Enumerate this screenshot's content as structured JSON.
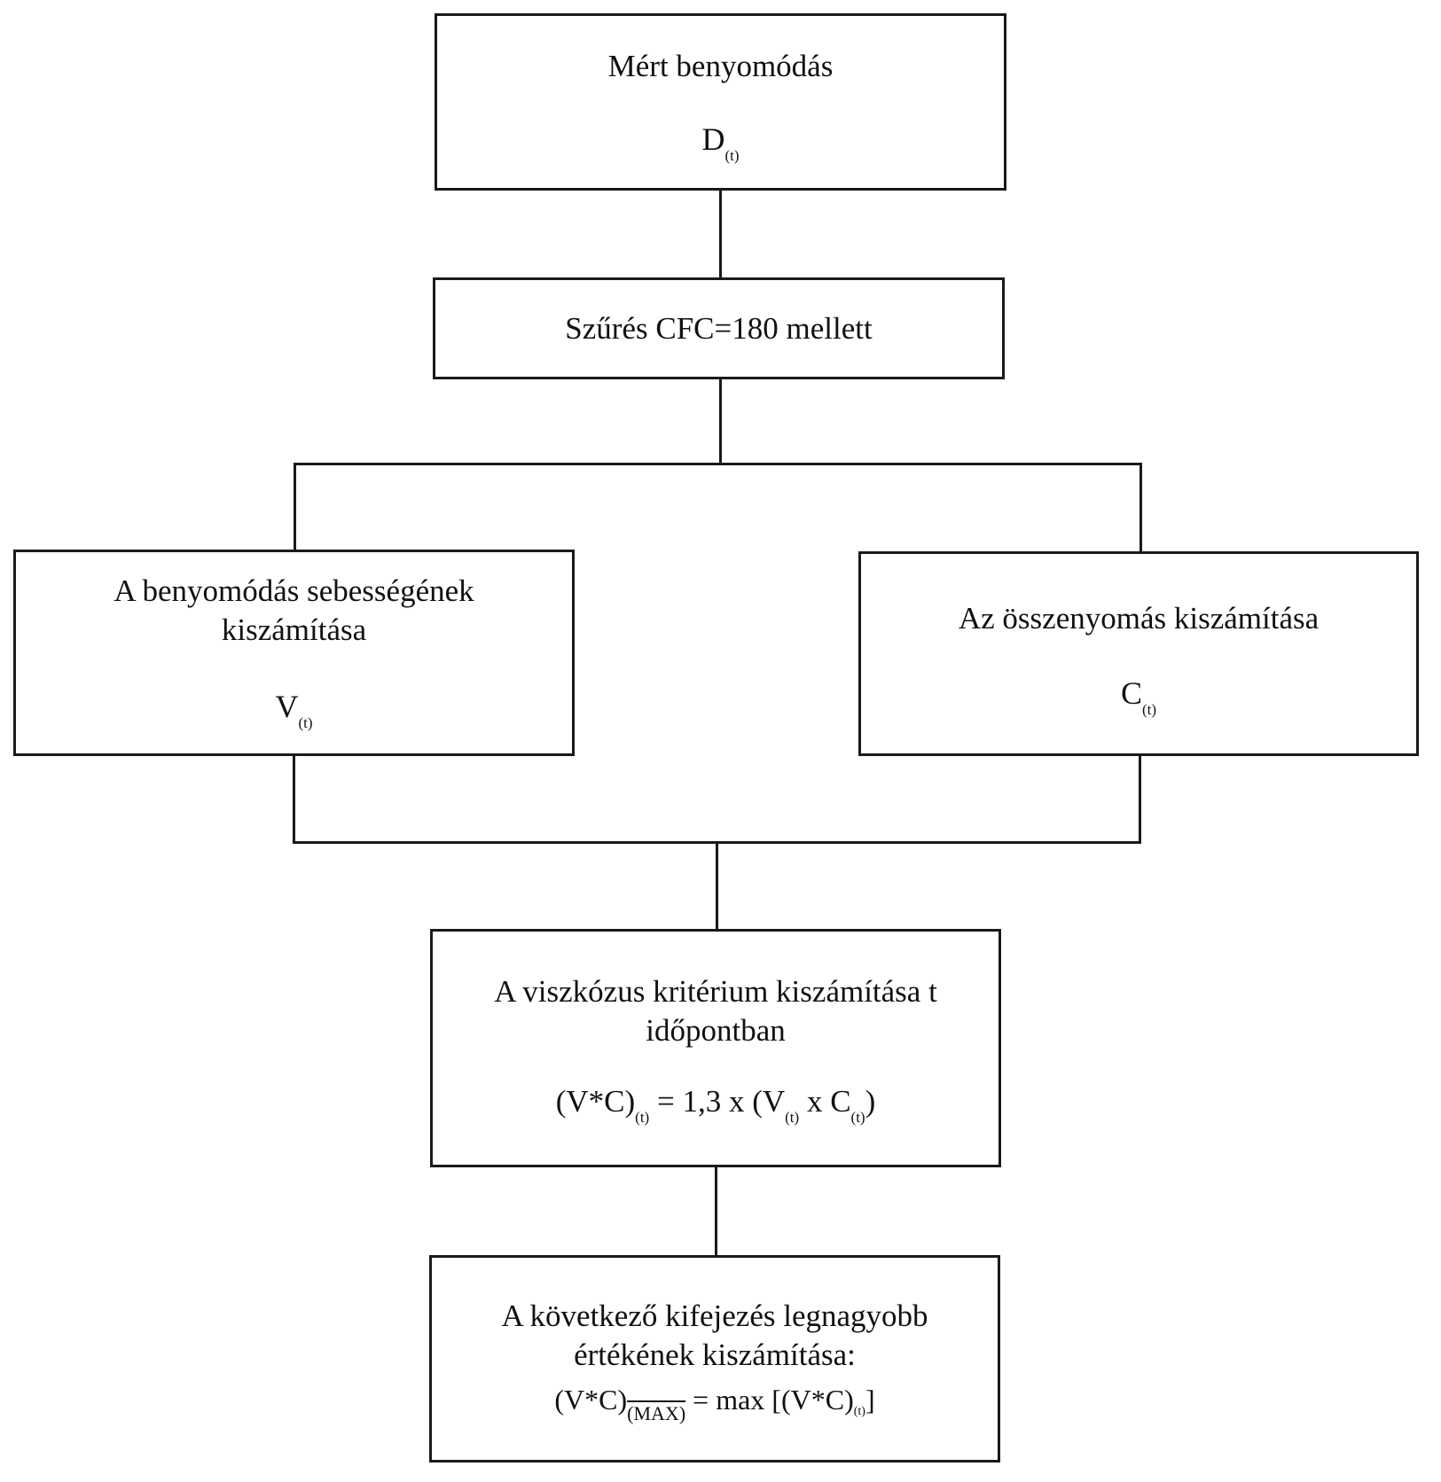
{
  "flowchart": {
    "box_measured": {
      "title": "Mért benyomódás",
      "symbol": "D",
      "subscript": "(t)"
    },
    "box_filter": {
      "title": "Szűrés CFC=180 mellett"
    },
    "box_velocity": {
      "title_line1": "A benyomódás sebességének",
      "title_line2": "kiszámítása",
      "symbol": "V",
      "subscript": "(t)"
    },
    "box_compression": {
      "title": "Az összenyomás kiszámítása",
      "symbol": "C",
      "subscript": "(t)"
    },
    "box_viscous": {
      "title_line1": "A viszkózus kritérium kiszámítása t",
      "title_line2": "időpontban",
      "formula": {
        "lhs": "(V*C)",
        "lhs_sub": "(t)",
        "mid": " = 1,3 x (V",
        "v_sub": "(t)",
        "x": " x C",
        "c_sub": "(t)",
        "end": ")"
      }
    },
    "box_max": {
      "title_line1": "A következő kifejezés legnagyobb",
      "title_line2": "értékének kiszámítása:",
      "formula": {
        "lhs": "(V*C)",
        "lhs_sub": "(MAX)",
        "mid": " = max [(V*C)",
        "rhs_sub": "(t)",
        "end": "]"
      }
    },
    "colors": {
      "stroke": "#1a1a1a",
      "background": "#ffffff"
    }
  }
}
